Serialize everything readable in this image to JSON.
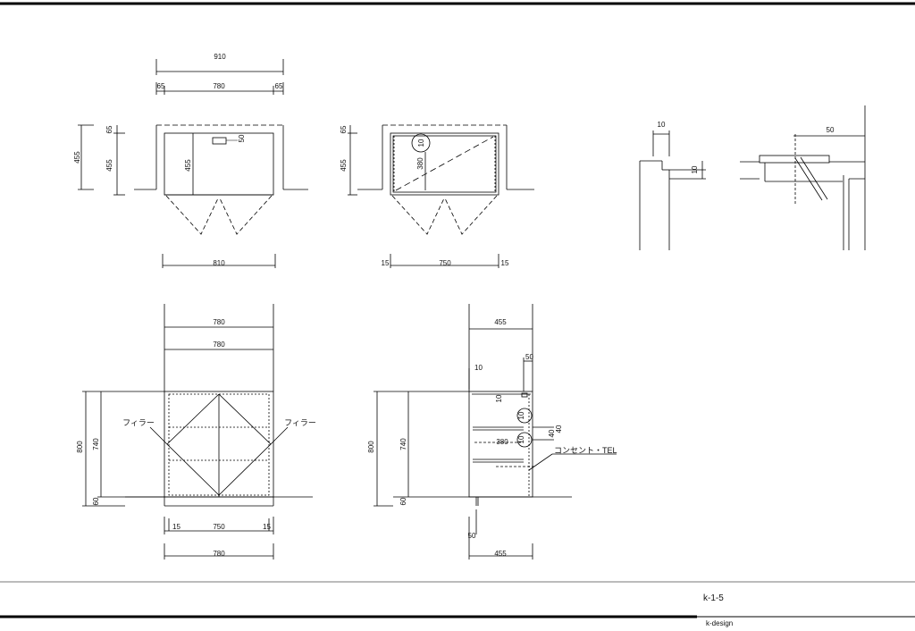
{
  "views": {
    "plan_left": {
      "top_overall": "910",
      "top_left": "65",
      "top_mid": "780",
      "top_right": "65",
      "side_outer": "455",
      "side_top": "65",
      "side_inner": "455",
      "inner_height": "455",
      "pull": "50",
      "bottom": "810"
    },
    "plan_right": {
      "side_top": "65",
      "side_outer": "455",
      "circle": "10",
      "inner": "380",
      "bottom_left": "15",
      "bottom_mid": "750",
      "bottom_right": "15"
    },
    "detail": {
      "left_top": "10",
      "left_side": "10",
      "right_top": "50"
    },
    "front": {
      "top1": "780",
      "top2": "780",
      "filler_left": "フィラー",
      "filler_right": "フィラー",
      "height_outer": "800",
      "height_inner": "740",
      "base": "60",
      "bottom_left": "15",
      "bottom_mid": "750",
      "bottom_right": "15",
      "bottom_overall": "780"
    },
    "side": {
      "top_overall": "455",
      "top_left": "10",
      "top_right": "50",
      "inner_top": "10",
      "circle1": "10",
      "circle2": "10",
      "shelf_depth": "380",
      "right_a": "40",
      "right_b": "40",
      "outlet": "コンセント・TEL",
      "height_outer": "800",
      "height_inner": "740",
      "base": "60",
      "bottom_small": "50",
      "bottom_overall": "455"
    }
  },
  "title_block": {
    "code": "k-1-5",
    "designer": "k-design"
  }
}
